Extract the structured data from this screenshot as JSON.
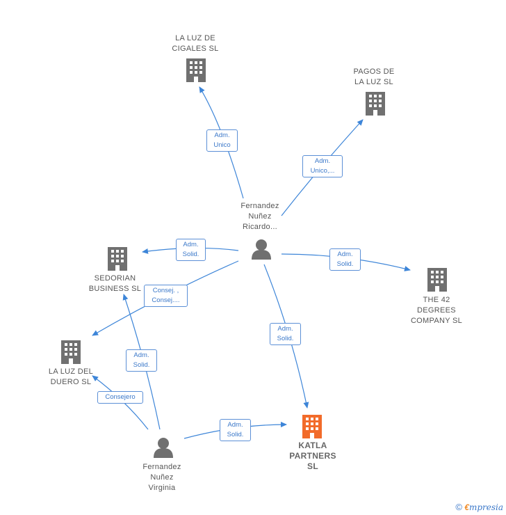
{
  "colors": {
    "edge": "#3d85d8",
    "company": "#707070",
    "main_company": "#f26b2a",
    "person": "#707070"
  },
  "nodes": {
    "la_luz_cigales": {
      "label": "LA LUZ DE\nCIGALES  SL",
      "icon": "building-icon"
    },
    "pagos_luz": {
      "label": "PAGOS DE\nLA LUZ  SL",
      "icon": "building-icon"
    },
    "ricardo": {
      "label": "Fernandez\nNuñez\nRicardo...",
      "icon": "person-icon"
    },
    "sedorian": {
      "label": "SEDORIAN\nBUSINESS  SL",
      "icon": "building-icon"
    },
    "the42": {
      "label": "THE 42\nDEGREES\nCOMPANY  SL",
      "icon": "building-icon"
    },
    "la_luz_duero": {
      "label": "LA LUZ DEL\nDUERO  SL",
      "icon": "building-icon"
    },
    "katla": {
      "label": "KATLA\nPARTNERS\nSL",
      "icon": "building-icon"
    },
    "virginia": {
      "label": "Fernandez\nNuñez\nVirginia",
      "icon": "person-icon"
    }
  },
  "edges": {
    "ricardo_cigales": "Adm.\nUnico",
    "ricardo_pagos": "Adm.\nUnico,...",
    "ricardo_sedorian": "Adm.\nSolid.",
    "ricardo_duero": "Consej. ,\nConsej....",
    "ricardo_the42": "Adm.\nSolid.",
    "ricardo_katla": "Adm.\nSolid.",
    "virginia_sedorian": "Adm.\nSolid.",
    "virginia_duero": "Consejero",
    "virginia_katla": "Adm.\nSolid."
  },
  "footer": {
    "copyright": "©",
    "brand_initial": "€",
    "brand_rest": "mpresia"
  }
}
